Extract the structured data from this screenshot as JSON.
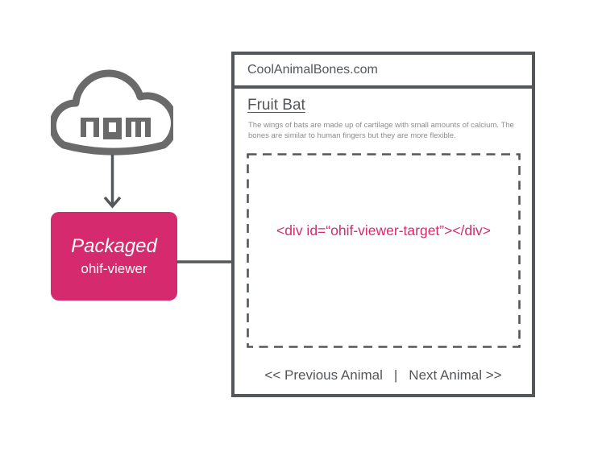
{
  "diagram": {
    "npm_logo_text": "npm",
    "package_box": {
      "title": "Packaged",
      "subtitle": "ohif-viewer"
    }
  },
  "browser": {
    "title_bar": "CoolAnimalBones.com",
    "page": {
      "heading": "Fruit Bat",
      "description": "The wings of bats are made up of cartilage with small amounts of calcium. The bones are similar to human fingers but they are more flexible.",
      "embed_code": "<div id=“ohif-viewer-target”></div>",
      "nav": {
        "previous": "<< Previous Animal",
        "separator": "|",
        "next": "Next Animal >>"
      }
    }
  },
  "colors": {
    "pink": "#d62a6e",
    "gray_dark": "#53565a",
    "gray_cloud": "#6a6a6a",
    "gray_text_light": "#8d8d8f"
  }
}
